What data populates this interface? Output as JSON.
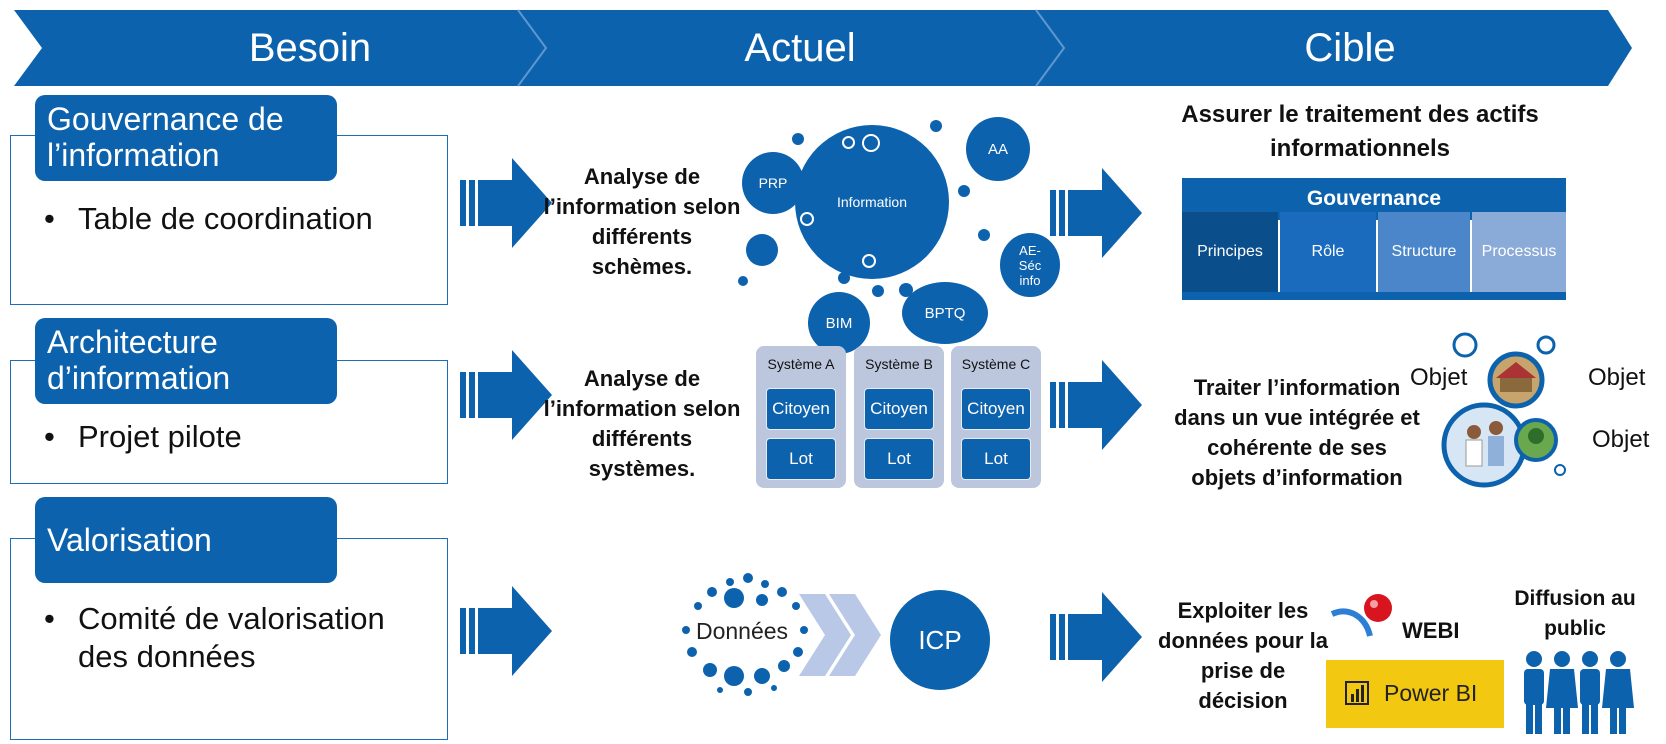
{
  "colors": {
    "primary": "#0d62ad",
    "dark": "#0a4e8c",
    "light_border": "#1e6eb5",
    "system_bg": "#bcc7dd",
    "powerbi_yellow": "#f2c811",
    "webi_red": "#d8141e"
  },
  "header": {
    "besoin": "Besoin",
    "actuel": "Actuel",
    "cible": "Cible"
  },
  "rows": [
    {
      "tag": "Gouvernance de l’information",
      "bullet": "Table de coordination",
      "actuel_text": "Analyse de l’information selon différents schèmes.",
      "cible_title": "Assurer le traitement des actifs informationnels"
    },
    {
      "tag": "Architecture d’information",
      "bullet": "Projet pilote",
      "actuel_text": "Analyse de l’information selon différents systèmes.",
      "cible_text": "Traiter l’information dans un vue intégrée et cohérente de ses objets d’information"
    },
    {
      "tag": "Valorisation",
      "bullet": "Comité de valorisation des données",
      "cible_text": "Exploiter les données pour la prise de décision",
      "diffusion": "Diffusion au public"
    }
  ],
  "bubbles": {
    "information": "Information",
    "prp": "PRP",
    "aa": "AA",
    "ae": "AE-Séc info",
    "bim": "BIM",
    "bptq": "BPTQ"
  },
  "systems": [
    {
      "name": "Système A",
      "items": [
        "Citoyen",
        "Lot"
      ]
    },
    {
      "name": "Système B",
      "items": [
        "Citoyen",
        "Lot"
      ]
    },
    {
      "name": "Système C",
      "items": [
        "Citoyen",
        "Lot"
      ]
    }
  ],
  "gouvernance": {
    "title": "Gouvernance",
    "cells": [
      "Principes",
      "Rôle",
      "Structure",
      "Processus"
    ]
  },
  "objets": [
    "Objet",
    "Objet",
    "Objet"
  ],
  "valorisation": {
    "donnees": "Données",
    "icp": "ICP",
    "webi": "WEBI",
    "powerbi": "Power BI"
  }
}
